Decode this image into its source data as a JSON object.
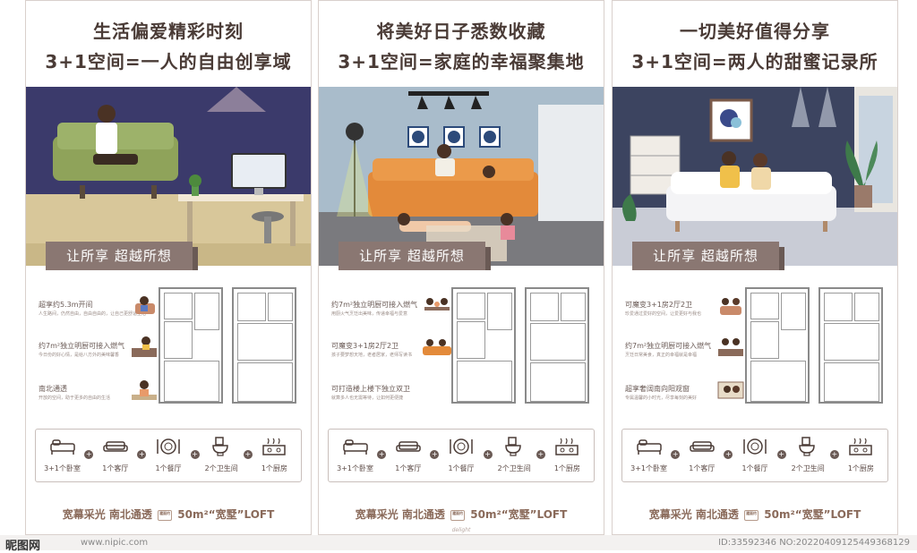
{
  "posters": [
    {
      "headline1": "生活偏爱精彩时刻",
      "headline2": "3+1空间=一人的自由创享域",
      "banner": "让所享 超越所想",
      "features": [
        {
          "title": "超享约5.3m开间",
          "desc": "人生路间，仍然自由，自由自由的，让自己更舒适生活"
        },
        {
          "title": "约7m²独立明厨可接入燃气",
          "desc": "今日份的好心情，是给八方外的美味馨香"
        },
        {
          "title": "南北通透",
          "desc": "开放的空间，助于更多的自由的生活"
        }
      ],
      "signature": "",
      "scene": {
        "wall": "#3b3a6b",
        "floor": "#d8c79a"
      }
    },
    {
      "headline1": "将美好日子悉数收藏",
      "headline2": "3+1空间=家庭的幸福聚集地",
      "banner": "让所享 超越所想",
      "features": [
        {
          "title": "约7m²独立明厨可接入燃气",
          "desc": "用厨火气烹饪出美味，传递幸福与爱意"
        },
        {
          "title": "可魔变3+1房2厅2卫",
          "desc": "孩子要梦想天地，老者居家，老师写读书"
        },
        {
          "title": "可打造楼上楼下独立双卫",
          "desc": "就算多人也无需等待，让如何更便捷"
        }
      ],
      "signature": "delight",
      "scene": {
        "wall": "#a9bccb",
        "floor": "#7a7a7e"
      }
    },
    {
      "headline1": "一切美好值得分享",
      "headline2": "3+1空间=两人的甜蜜记录所",
      "banner": "让所享 超越所想",
      "features": [
        {
          "title": "可魔变3+1房2厅2卫",
          "desc": "珍爱通过爱好的空间，让爱更好与我也"
        },
        {
          "title": "约7m²独立明厨可接入燃气",
          "desc": "烹饪日常美食，真正的幸福就是幸福"
        },
        {
          "title": "超享奢阔南向阳观窗",
          "desc": "专属温馨的小时光，尽享每刻的美好"
        }
      ],
      "signature": "",
      "scene": {
        "wall": "#3c4460",
        "floor": "#c9ccd6"
      }
    }
  ],
  "rooms": [
    "3+1个卧室",
    "1个客厅",
    "1个餐厅",
    "2个卫生间",
    "1个厨房"
  ],
  "footer": {
    "part1": "宽幕采光 南北通透",
    "badge": "建面约",
    "part2": "50m²“宽墅”LOFT"
  },
  "watermark": {
    "logo": "昵图网",
    "url": "www.nipic.com",
    "id": "ID:33592346 NO:20220409125449368129"
  },
  "colors": {
    "accent": "#8a7772",
    "text": "#4a3b36"
  }
}
